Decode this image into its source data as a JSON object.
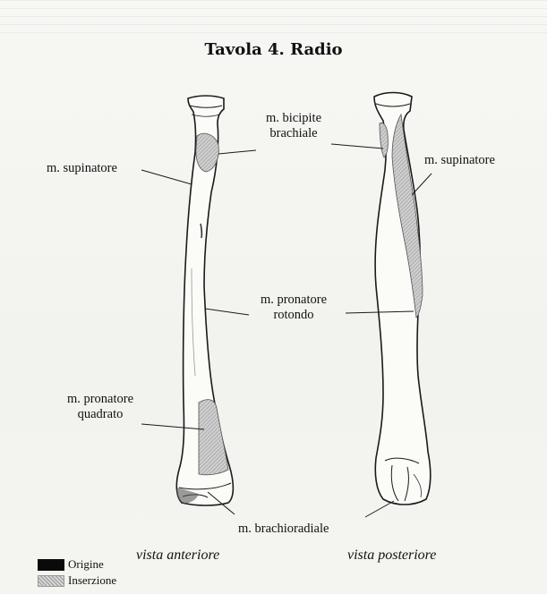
{
  "title": "Tavola 4. Radio",
  "labels": {
    "bicipite_line1": "m. bicipite",
    "bicipite_line2": "brachiale",
    "supinatore_left": "m. supinatore",
    "supinatore_right": "m. supinatore",
    "pronatore_rotondo_line1": "m. pronatore",
    "pronatore_rotondo_line2": "rotondo",
    "pronatore_quadrato_line1": "m. pronatore",
    "pronatore_quadrato_line2": "quadrato",
    "brachioradiale": "m. brachioradiale"
  },
  "views": {
    "anterior": "vista anteriore",
    "posterior": "vista posteriore"
  },
  "legend": {
    "origin": "Origine",
    "insertion": "Inserzione"
  },
  "colors": {
    "bone_fill": "#fbfbf8",
    "bone_stroke": "#1a1a1a",
    "insertion_fill": "#b5b5b5",
    "origin_fill": "#0a0a0a"
  }
}
